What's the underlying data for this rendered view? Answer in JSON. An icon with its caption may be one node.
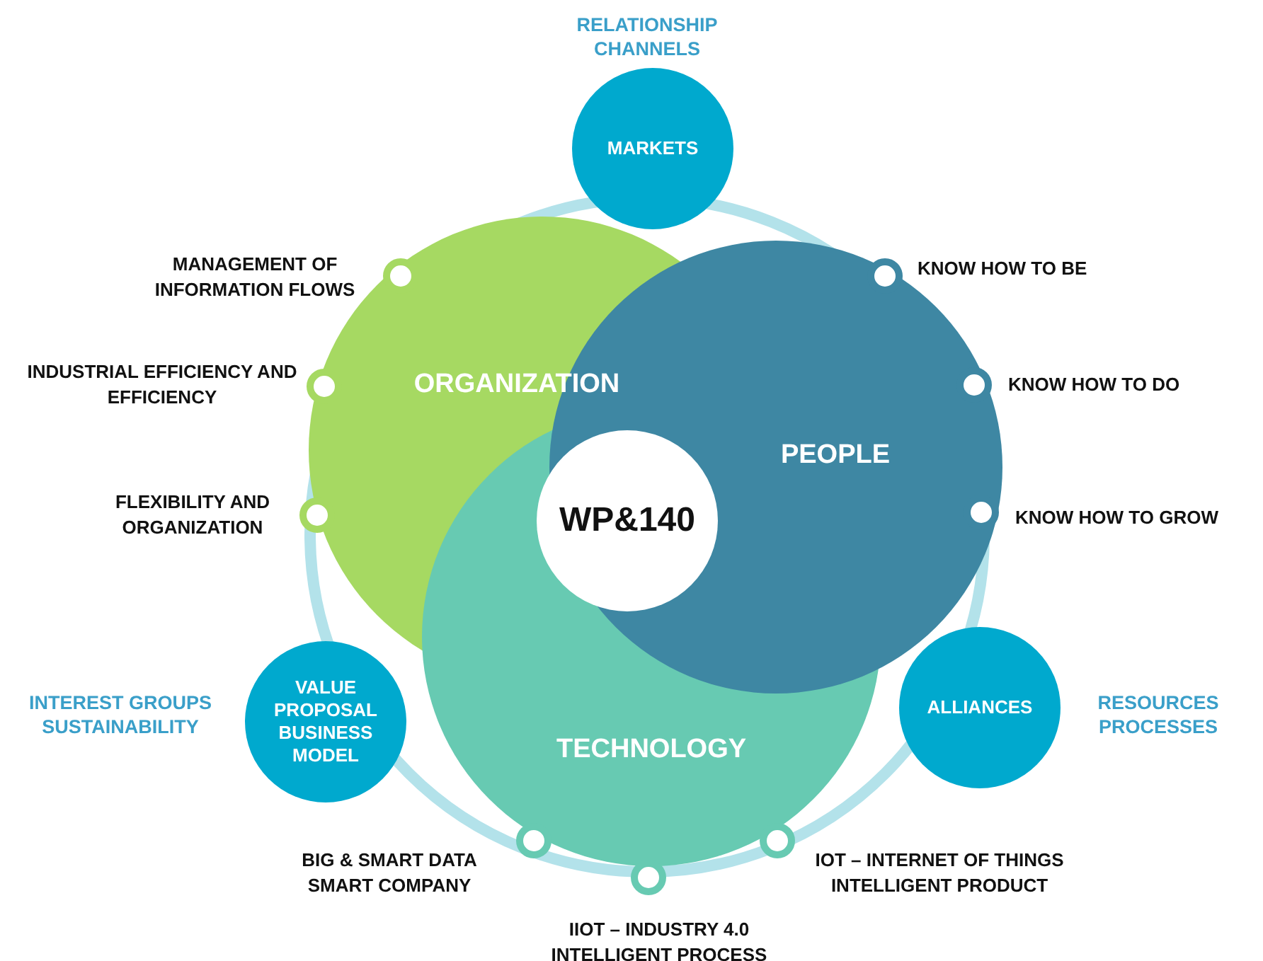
{
  "diagram": {
    "nodes": [
      {
        "text": [
          "ORGANIZATION"
        ]
      },
      {
        "text": [
          "PEOPLE"
        ]
      },
      {
        "text": [
          "TECHNOLOGY"
        ]
      },
      {
        "text": [
          "WP&140"
        ]
      },
      {
        "text": [
          "MARKETS"
        ],
        "beside": [
          "RELATIONSHIP CHANNELS"
        ]
      },
      {
        "text": [
          "VALUE PROPOSAL BUSINESS MODEL"
        ],
        "beside": [
          "INTEREST GROUPS SUSTAINABILITY"
        ]
      },
      {
        "text": [
          "ALLIANCES"
        ],
        "beside": [
          "RESOURCES PROCESSES"
        ]
      }
    ],
    "labels": [
      "MANAGEMENT OF INFORMATION FLOWS",
      "KNOW HOW TO BE",
      "INDUSTRIAL EFFICIENCY AND EFFICIENCY",
      "KNOW HOW TO DO",
      "FLEXIBILITY AND ORGANIZATION",
      "KNOW HOW TO GROW",
      "BIG & SMART DATA SMART COMPANY",
      "IOT – INTERNET OF THINGS INTELLIGENT PRODUCT",
      "IIOT – INDUSTRY 4.0 INTELLIGENT PROCESS"
    ]
  }
}
